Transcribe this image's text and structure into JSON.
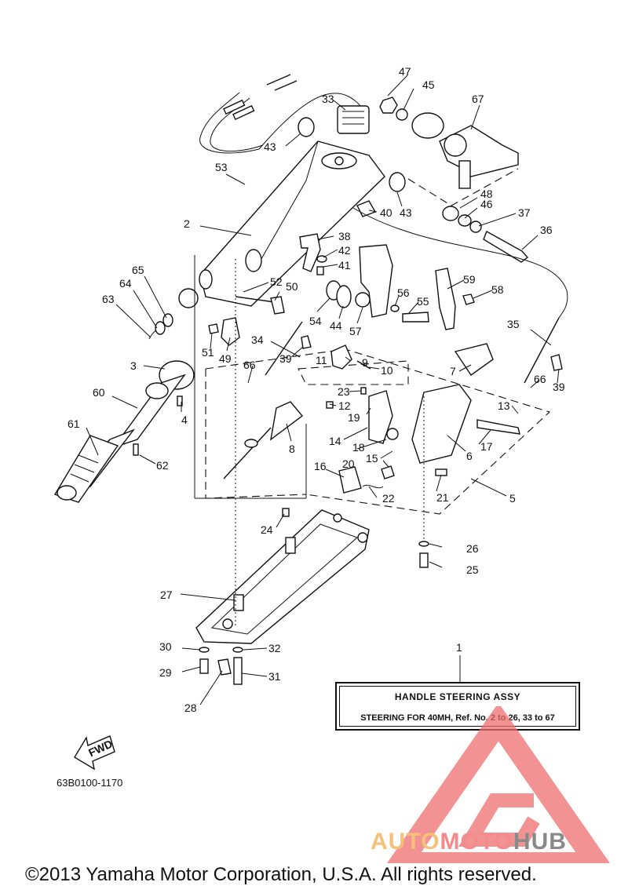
{
  "callouts": [
    {
      "id": "1",
      "label": "1"
    },
    {
      "id": "2",
      "label": "2"
    },
    {
      "id": "3",
      "label": "3"
    },
    {
      "id": "4",
      "label": "4"
    },
    {
      "id": "5",
      "label": "5"
    },
    {
      "id": "6",
      "label": "6"
    },
    {
      "id": "7",
      "label": "7"
    },
    {
      "id": "8",
      "label": "8"
    },
    {
      "id": "9",
      "label": "9"
    },
    {
      "id": "10",
      "label": "10"
    },
    {
      "id": "11",
      "label": "11"
    },
    {
      "id": "12",
      "label": "12"
    },
    {
      "id": "13",
      "label": "13"
    },
    {
      "id": "14",
      "label": "14"
    },
    {
      "id": "15",
      "label": "15"
    },
    {
      "id": "16",
      "label": "16"
    },
    {
      "id": "17",
      "label": "17"
    },
    {
      "id": "18",
      "label": "18"
    },
    {
      "id": "19",
      "label": "19"
    },
    {
      "id": "20",
      "label": "20"
    },
    {
      "id": "21",
      "label": "21"
    },
    {
      "id": "22",
      "label": "22"
    },
    {
      "id": "23",
      "label": "23"
    },
    {
      "id": "24",
      "label": "24"
    },
    {
      "id": "25",
      "label": "25"
    },
    {
      "id": "26",
      "label": "26"
    },
    {
      "id": "27",
      "label": "27"
    },
    {
      "id": "28",
      "label": "28"
    },
    {
      "id": "29",
      "label": "29"
    },
    {
      "id": "30",
      "label": "30"
    },
    {
      "id": "31",
      "label": "31"
    },
    {
      "id": "32",
      "label": "32"
    },
    {
      "id": "33",
      "label": "33"
    },
    {
      "id": "34",
      "label": "34"
    },
    {
      "id": "35",
      "label": "35"
    },
    {
      "id": "36",
      "label": "36"
    },
    {
      "id": "37",
      "label": "37"
    },
    {
      "id": "38",
      "label": "38"
    },
    {
      "id": "39a",
      "label": "39"
    },
    {
      "id": "39b",
      "label": "39"
    },
    {
      "id": "40",
      "label": "40"
    },
    {
      "id": "41",
      "label": "41"
    },
    {
      "id": "42",
      "label": "42"
    },
    {
      "id": "43a",
      "label": "43"
    },
    {
      "id": "43b",
      "label": "43"
    },
    {
      "id": "44",
      "label": "44"
    },
    {
      "id": "45",
      "label": "45"
    },
    {
      "id": "46",
      "label": "46"
    },
    {
      "id": "47",
      "label": "47"
    },
    {
      "id": "48",
      "label": "48"
    },
    {
      "id": "49",
      "label": "49"
    },
    {
      "id": "50",
      "label": "50"
    },
    {
      "id": "51",
      "label": "51"
    },
    {
      "id": "52",
      "label": "52"
    },
    {
      "id": "53",
      "label": "53"
    },
    {
      "id": "54",
      "label": "54"
    },
    {
      "id": "55",
      "label": "55"
    },
    {
      "id": "56",
      "label": "56"
    },
    {
      "id": "57",
      "label": "57"
    },
    {
      "id": "58",
      "label": "58"
    },
    {
      "id": "59",
      "label": "59"
    },
    {
      "id": "60",
      "label": "60"
    },
    {
      "id": "61",
      "label": "61"
    },
    {
      "id": "62",
      "label": "62"
    },
    {
      "id": "63",
      "label": "63"
    },
    {
      "id": "64",
      "label": "64"
    },
    {
      "id": "65",
      "label": "65"
    },
    {
      "id": "66a",
      "label": "66"
    },
    {
      "id": "66b",
      "label": "66"
    },
    {
      "id": "67",
      "label": "67"
    }
  ],
  "assembly": {
    "title": "HANDLE STEERING ASSY",
    "note": "STEERING FOR 40MH, Ref. No. 2 to 26, 33 to 67"
  },
  "fwd_label": "FWD",
  "diagram_code": "63B0100-1170",
  "copyright": "©2013 Yamaha Motor Corporation, U.S.A. All rights reserved.",
  "watermark": {
    "part1": "AUTO",
    "part2": "MOTO",
    "part3": "HUB",
    "colors": {
      "auto": "#f5c07a",
      "moto": "#f28b8b",
      "hub": "#8a8a8a",
      "logo": "#ef6e6e"
    }
  }
}
